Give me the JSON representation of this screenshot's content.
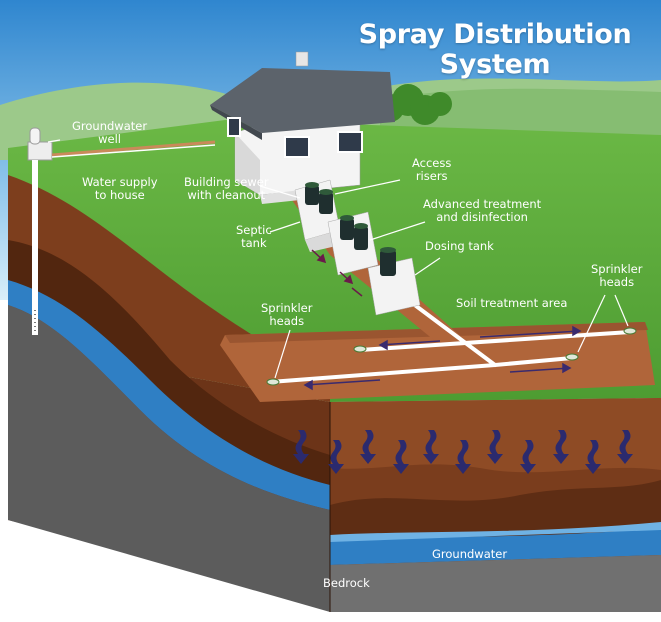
{
  "title_line1": "Spray Distribution",
  "title_line2": "System",
  "labels": {
    "groundwater_well": [
      "Groundwater",
      "well"
    ],
    "water_supply": [
      "Water supply",
      "to house"
    ],
    "building_sewer": [
      "Building sewer",
      "with cleanout"
    ],
    "access_risers": [
      "Access",
      "risers"
    ],
    "advanced_treatment": [
      "Advanced treatment",
      "and disinfection"
    ],
    "septic_tank": [
      "Septic",
      "tank"
    ],
    "dosing_tank": "Dosing tank",
    "sprinkler_heads_left": [
      "Sprinkler",
      "heads"
    ],
    "sprinkler_heads_right": [
      "Sprinkler",
      "heads"
    ],
    "soil_treatment_area": "Soil treatment area",
    "groundwater": "Groundwater",
    "bedrock": "Bedrock"
  },
  "colors": {
    "sky_top": "#3b8fd4",
    "sky_bottom": "#cfe8f7",
    "grass": "#5aa83a",
    "grass_dark": "#3f8a2a",
    "soil_top": "#8b4a24",
    "soil_mid": "#6a3418",
    "groundwater": "#2f7fc4",
    "bedrock": "#6e6e6e",
    "tank": "#f2f2f2",
    "riser": "#1c2b2b",
    "arrow": "#2b2a6e"
  }
}
